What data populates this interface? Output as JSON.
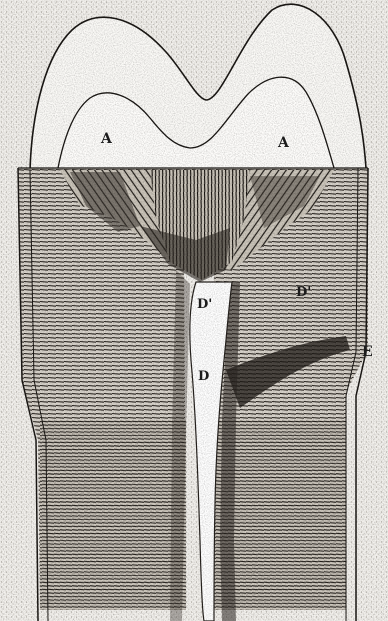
{
  "figure": {
    "labels": {
      "enamel_left": "A",
      "enamel_right": "A",
      "dentine_upper": "D'",
      "dentine_right": "D'",
      "dentine_lower": "D",
      "cement": "E"
    }
  }
}
